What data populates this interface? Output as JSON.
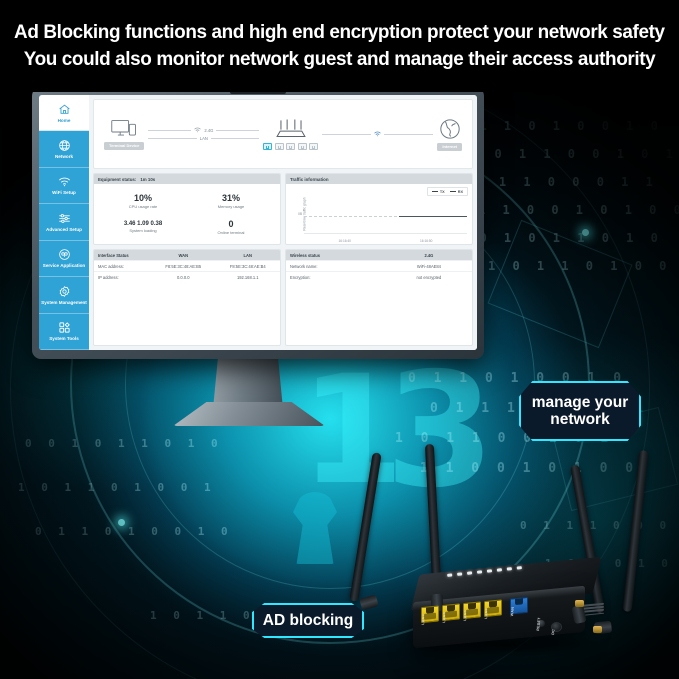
{
  "headline": {
    "line1": "Ad Blocking functions and high end encryption protect your network safety",
    "line2": "You could also monitor network guest and manage their access authority"
  },
  "router_ui": {
    "sidebar": {
      "items": [
        {
          "label": "Home",
          "icon": "home-icon",
          "active": true
        },
        {
          "label": "Network",
          "icon": "globe-icon",
          "active": false
        },
        {
          "label": "WiFi Setup",
          "icon": "wifi-icon",
          "active": false
        },
        {
          "label": "Advanced Setup",
          "icon": "sliders-icon",
          "active": false
        },
        {
          "label": "Service Application",
          "icon": "service-icon",
          "active": false
        },
        {
          "label": "System Management",
          "icon": "gear-icon",
          "active": false
        },
        {
          "label": "System Tools",
          "icon": "grid-icon",
          "active": false
        }
      ]
    },
    "topology": {
      "device_label": "Terminal Device",
      "wifi_link_label": "2.4G",
      "lan_link_label": "LAN",
      "internet_label": "Internet",
      "ports": [
        {
          "name": "port-1",
          "active": true
        },
        {
          "name": "port-2",
          "active": false
        },
        {
          "name": "port-3",
          "active": false
        },
        {
          "name": "port-4",
          "active": false
        },
        {
          "name": "port-5",
          "active": false
        }
      ]
    },
    "equipment_status": {
      "title": "Equipment status:",
      "uptime": "1m 10s",
      "stats": [
        {
          "value": "10%",
          "label": "CPU usage rate"
        },
        {
          "value": "31%",
          "label": "Memory usage"
        },
        {
          "value": "3.46 1.09 0.38",
          "label": "System loading"
        },
        {
          "value": "0",
          "label": "Online terminal"
        }
      ]
    },
    "traffic": {
      "title": "Traffic information",
      "legend": [
        "TX",
        "RX"
      ],
      "y_label": "Real-time traffic graph",
      "y_tick": "0B",
      "x_ticks": [
        "16:16:40",
        "16:16:50"
      ]
    },
    "interface_status": {
      "title": "Interface Status",
      "columns": [
        "Interface Status",
        "WAN",
        "LAN"
      ],
      "rows": [
        {
          "key": "MAC address:",
          "wan": "F8:5E:3C:48:AE:B5",
          "lan": "F8:5E:3C:48:AE:B4"
        },
        {
          "key": "IP address:",
          "wan": "0.0.0.0",
          "lan": "192.168.1.1"
        }
      ]
    },
    "wireless_status": {
      "title": "Wireless status",
      "band": "2.4G",
      "rows": [
        {
          "key": "Network name:",
          "value": "WiFi-48AE84"
        },
        {
          "key": "Encryption:",
          "value": "not encrypted"
        }
      ]
    }
  },
  "callouts": {
    "manage": "manage your network",
    "ad_blocking": "AD blocking"
  },
  "hardware": {
    "port_labels": [
      "LAN4",
      "LAN3",
      "LAN2",
      "LAN1",
      "WAN"
    ],
    "reset_label": "RESET",
    "dc_label": "DC"
  },
  "background": {
    "big_digits": [
      "1",
      "3"
    ],
    "binary_rows": [
      "0 1 1 0 1 0 0 1 0",
      "1 0 1 1 0 0 1 0 1",
      "0 1 1 1 0 0 0 1 1",
      "1 1 0 0 1 0 1 0 0",
      "0 0 1 0 1 1 0 1 0",
      "1 0 1 1 0 1 0 0 1"
    ]
  },
  "colors": {
    "accent_cyan": "#2fe8ff",
    "sidebar_blue": "#2fa2d6",
    "lan_yellow": "#f2d62c",
    "wan_blue": "#2d7fd6"
  }
}
